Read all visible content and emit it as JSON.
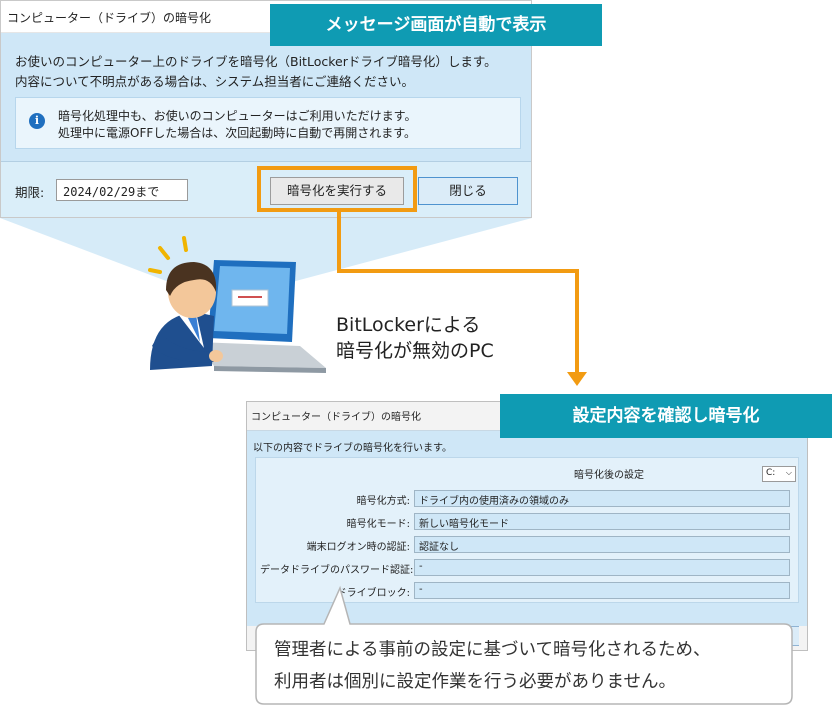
{
  "dialog1": {
    "title": "コンピューター（ドライブ）の暗号化",
    "message_line1": "お使いのコンピューター上のドライブを暗号化（BitLockerドライブ暗号化）します。",
    "message_line2": "内容について不明点がある場合は、システム担当者にご連絡ください。",
    "info_icon": "info-icon",
    "info_line1": "暗号化処理中も、お使いのコンピューターはご利用いただけます。",
    "info_line2": "処理中に電源OFFした場合は、次回起動時に自動で再開されます。",
    "deadline_label": "期限:",
    "deadline_value": "2024/02/29まで",
    "run_button": "暗号化を実行する",
    "close_button": "閉じる"
  },
  "callout_top": "メッセージ画面が自動で表示",
  "callout_mid": "設定内容を確認し暗号化",
  "pc_label_line1": "BitLockerによる",
  "pc_label_line2": "暗号化が無効のPC",
  "dialog2": {
    "title": "コンピューター（ドライブ）の暗号化",
    "intro": "以下の内容でドライブの暗号化を行います。",
    "after_settings_label": "暗号化後の設定",
    "drive_selected": "C:",
    "rows": [
      {
        "label": "暗号化方式:",
        "value": "ドライブ内の使用済みの領域のみ"
      },
      {
        "label": "暗号化モード:",
        "value": "新しい暗号化モード"
      },
      {
        "label": "端末ログオン時の認証:",
        "value": "認証なし"
      },
      {
        "label": "データドライブのパスワード認証:",
        "value": "-"
      },
      {
        "label": "ドライブロック:",
        "value": "-"
      }
    ]
  },
  "bubble_line1": "管理者による事前の設定に基づいて暗号化されるため、",
  "bubble_line2": "利用者は個別に設定作業を行う必要がありません。",
  "colors": {
    "accent_teal": "#0f9bb3",
    "highlight_orange": "#f29b12",
    "dialog_blue": "#cfe7f7"
  }
}
